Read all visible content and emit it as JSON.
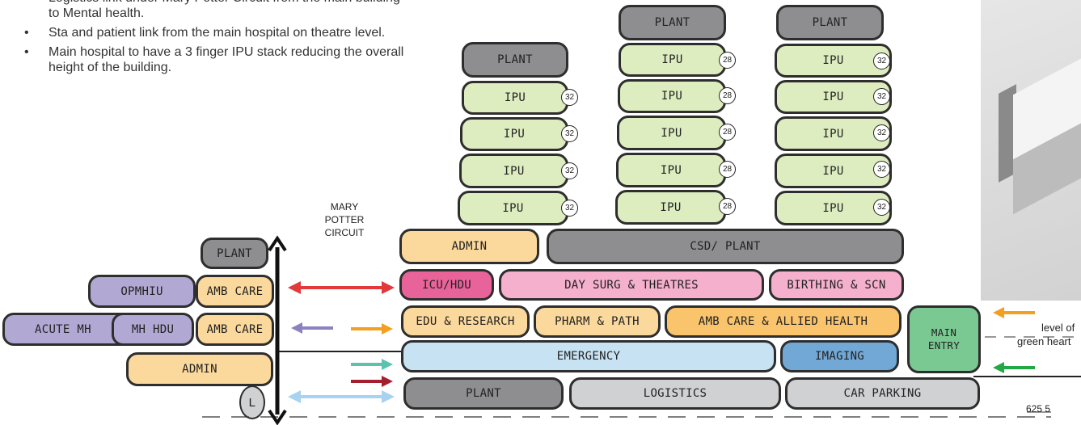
{
  "notes": [
    "Logistics link under Mary Potter Circuit from the main building to Mental health.",
    "Sta    and patient link from the main hospital on theatre level.",
    "Main hospital to have a 3 finger IPU stack reducing the overall height of the building."
  ],
  "road_label": [
    "MARY",
    "POTTER",
    "CIRCUIT"
  ],
  "tower1": {
    "plant": "PLANT",
    "ipus": [
      {
        "label": "IPU",
        "beds": "32"
      },
      {
        "label": "IPU",
        "beds": "32"
      },
      {
        "label": "IPU",
        "beds": "32"
      },
      {
        "label": "IPU",
        "beds": "32"
      }
    ]
  },
  "tower2": {
    "plant": "PLANT",
    "ipus": [
      {
        "label": "IPU",
        "beds": "28"
      },
      {
        "label": "IPU",
        "beds": "28"
      },
      {
        "label": "IPU",
        "beds": "28"
      },
      {
        "label": "IPU",
        "beds": "28"
      },
      {
        "label": "IPU",
        "beds": "28"
      }
    ]
  },
  "tower3": {
    "plant": "PLANT",
    "ipus": [
      {
        "label": "IPU",
        "beds": "32"
      },
      {
        "label": "IPU",
        "beds": "32"
      },
      {
        "label": "IPU",
        "beds": "32"
      },
      {
        "label": "IPU",
        "beds": "32"
      },
      {
        "label": "IPU",
        "beds": "32"
      }
    ]
  },
  "podium": {
    "admin": "ADMIN",
    "csd_plant": "CSD/ PLANT",
    "icu": "ICU/HDU",
    "day_surg": "DAY SURG & THEATRES",
    "birthing": "BIRTHING & SCN",
    "edu": "EDU & RESEARCH",
    "pharm": "PHARM & PATH",
    "amb_allied": "AMB CARE & ALLIED HEALTH",
    "emergency": "EMERGENCY",
    "imaging": "IMAGING",
    "main_entry": [
      "MAIN",
      "ENTRY"
    ],
    "plant": "PLANT",
    "logistics": "LOGISTICS",
    "car_parking": "CAR PARKING"
  },
  "mental_health": {
    "plant": "PLANT",
    "opmhiu": "OPMHIU",
    "amb_care_upper": "AMB CARE",
    "acute_mh": "ACUTE MH",
    "mh_hdu": "MH HDU",
    "amb_care_lower": "AMB CARE",
    "admin": "ADMIN",
    "lift": "L"
  },
  "annotations": {
    "level_of": "level of",
    "green_heart": "green heart",
    "level_value": "625 5"
  },
  "colors": {
    "red_arrow": "#e23a3a",
    "purple_arrow": "#8a83c0",
    "orange_arrow": "#f3a020",
    "teal_arrow": "#5cc2b0",
    "dark_red_arrow": "#a31f2d",
    "light_blue_arrow": "#a8d2ef",
    "green_arrow": "#22a844"
  }
}
